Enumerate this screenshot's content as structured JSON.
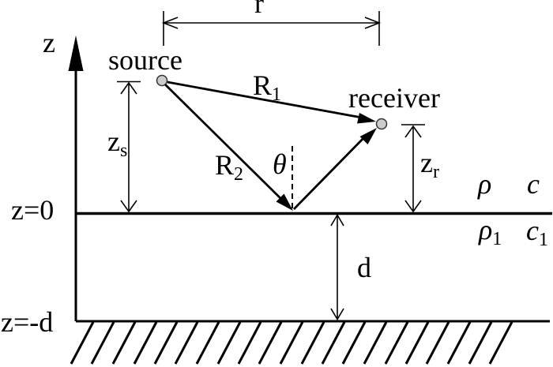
{
  "figure": {
    "background": "#ffffff",
    "ink_color": "#000000",
    "point_fill": "#cccccc"
  },
  "labels": {
    "axis_z": "z",
    "range": "r",
    "source": "source",
    "receiver": "receiver",
    "direct_path": {
      "main": "R",
      "sub": "1"
    },
    "reflected_path": {
      "main": "R",
      "sub": "2"
    },
    "source_depth": {
      "main": "z",
      "sub": "s"
    },
    "receiver_depth": {
      "main": "z",
      "sub": "r"
    },
    "incidence_angle": "θ",
    "layer_thickness": "d",
    "interface_top": "z=0",
    "interface_bottom": "z=-d",
    "upper_density": "ρ",
    "upper_sound_speed": "c",
    "lower_density": {
      "main": "ρ",
      "sub": "1"
    },
    "lower_sound_speed": {
      "main": "c",
      "sub": "1"
    }
  }
}
